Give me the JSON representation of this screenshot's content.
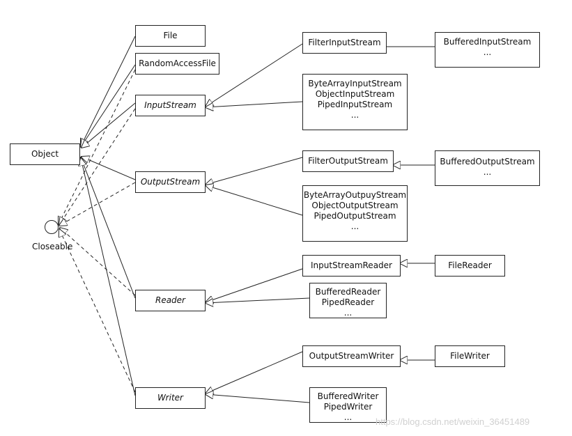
{
  "nodes": {
    "object": "Object",
    "closeable": "Closeable",
    "file": "File",
    "random_access_file": "RandomAccessFile",
    "input_stream": "InputStream",
    "output_stream": "OutputStream",
    "reader": "Reader",
    "writer": "Writer",
    "filter_input_stream": "FilterInputStream",
    "buffered_input_stream": [
      "BufferedInputStream",
      "..."
    ],
    "input_stream_subclasses": [
      "ByteArrayInputStream",
      "ObjectInputStream",
      "PipedInputStream",
      "..."
    ],
    "filter_output_stream": "FilterOutputStream",
    "buffered_output_stream": [
      "BufferedOutputStream",
      "..."
    ],
    "output_stream_subclasses": [
      "ByteArrayOutpuyStream",
      "ObjectOutputStream",
      "PipedOutputStream",
      "..."
    ],
    "input_stream_reader": "InputStreamReader",
    "file_reader": "FileReader",
    "reader_subclasses": [
      "BufferedReader",
      "PipedReader",
      "..."
    ],
    "output_stream_writer": "OutputStreamWriter",
    "file_writer": "FileWriter",
    "writer_subclasses": [
      "BufferedWriter",
      "PipedWriter",
      "..."
    ]
  },
  "watermark": "https://blog.csdn.net/weixin_36451489"
}
